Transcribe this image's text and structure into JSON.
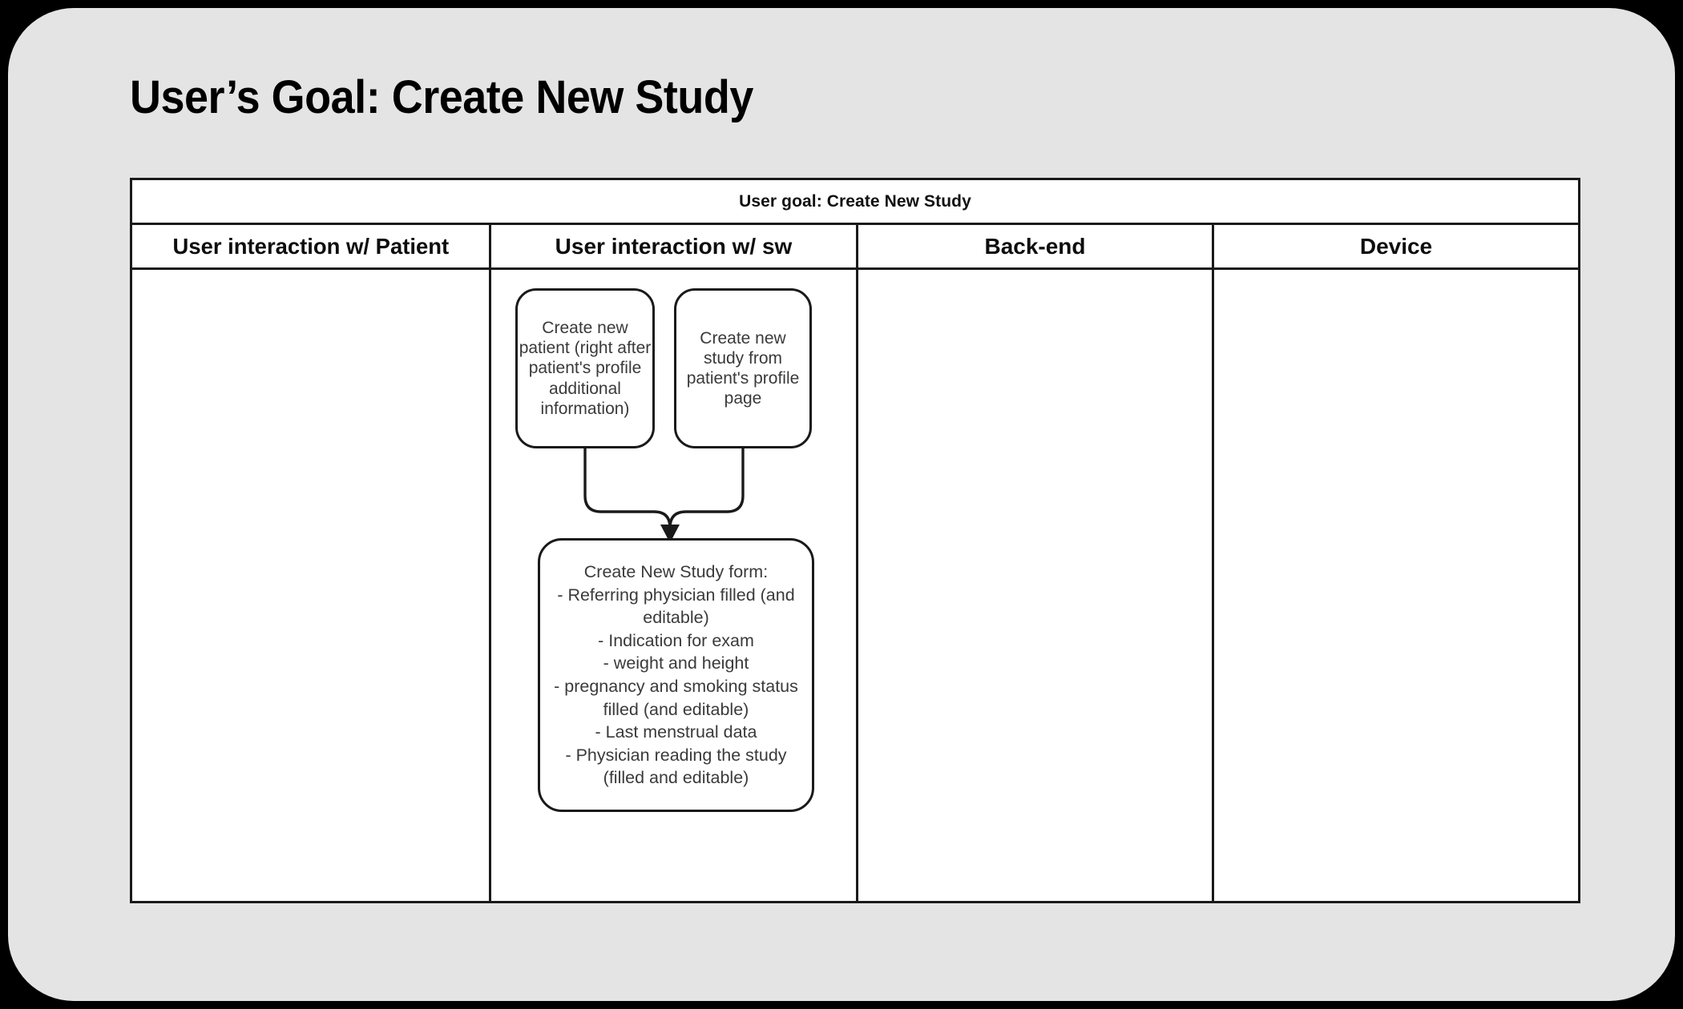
{
  "slide": {
    "title": "User’s Goal: Create New Study",
    "background_color": "#e4e4e4",
    "page_background_color": "#000000"
  },
  "table": {
    "goal_row_label": "User goal: Create New Study",
    "columns": [
      {
        "label": "User interaction w/ Patient"
      },
      {
        "label": "User interaction w/ sw"
      },
      {
        "label": "Back-end"
      },
      {
        "label": "Device"
      }
    ],
    "border_color": "#1a1a1a",
    "cell_background": "#ffffff"
  },
  "flow": {
    "column": "User interaction w/ sw",
    "nodes": [
      {
        "id": "create-new-patient",
        "text": "Create new patient (right after patient's profile additional information)"
      },
      {
        "id": "create-new-study",
        "text": "Create new study from patient's profile page"
      },
      {
        "id": "create-new-study-form",
        "text": "Create New Study form:\n- Referring physician filled (and editable)\n- Indication for exam\n- weight and height\n- pregnancy and smoking status filled (and editable)\n- Last menstrual data\n- Physician reading the study (filled and editable)"
      }
    ],
    "edges": [
      {
        "from": "create-new-patient",
        "to": "create-new-study-form",
        "arrow": "down"
      },
      {
        "from": "create-new-study",
        "to": "create-new-study-form",
        "arrow": "down"
      }
    ],
    "node_border_color": "#1a1a1a",
    "node_text_color": "#3a3a3a"
  },
  "empty_columns": [
    "User interaction w/ Patient",
    "Back-end",
    "Device"
  ]
}
